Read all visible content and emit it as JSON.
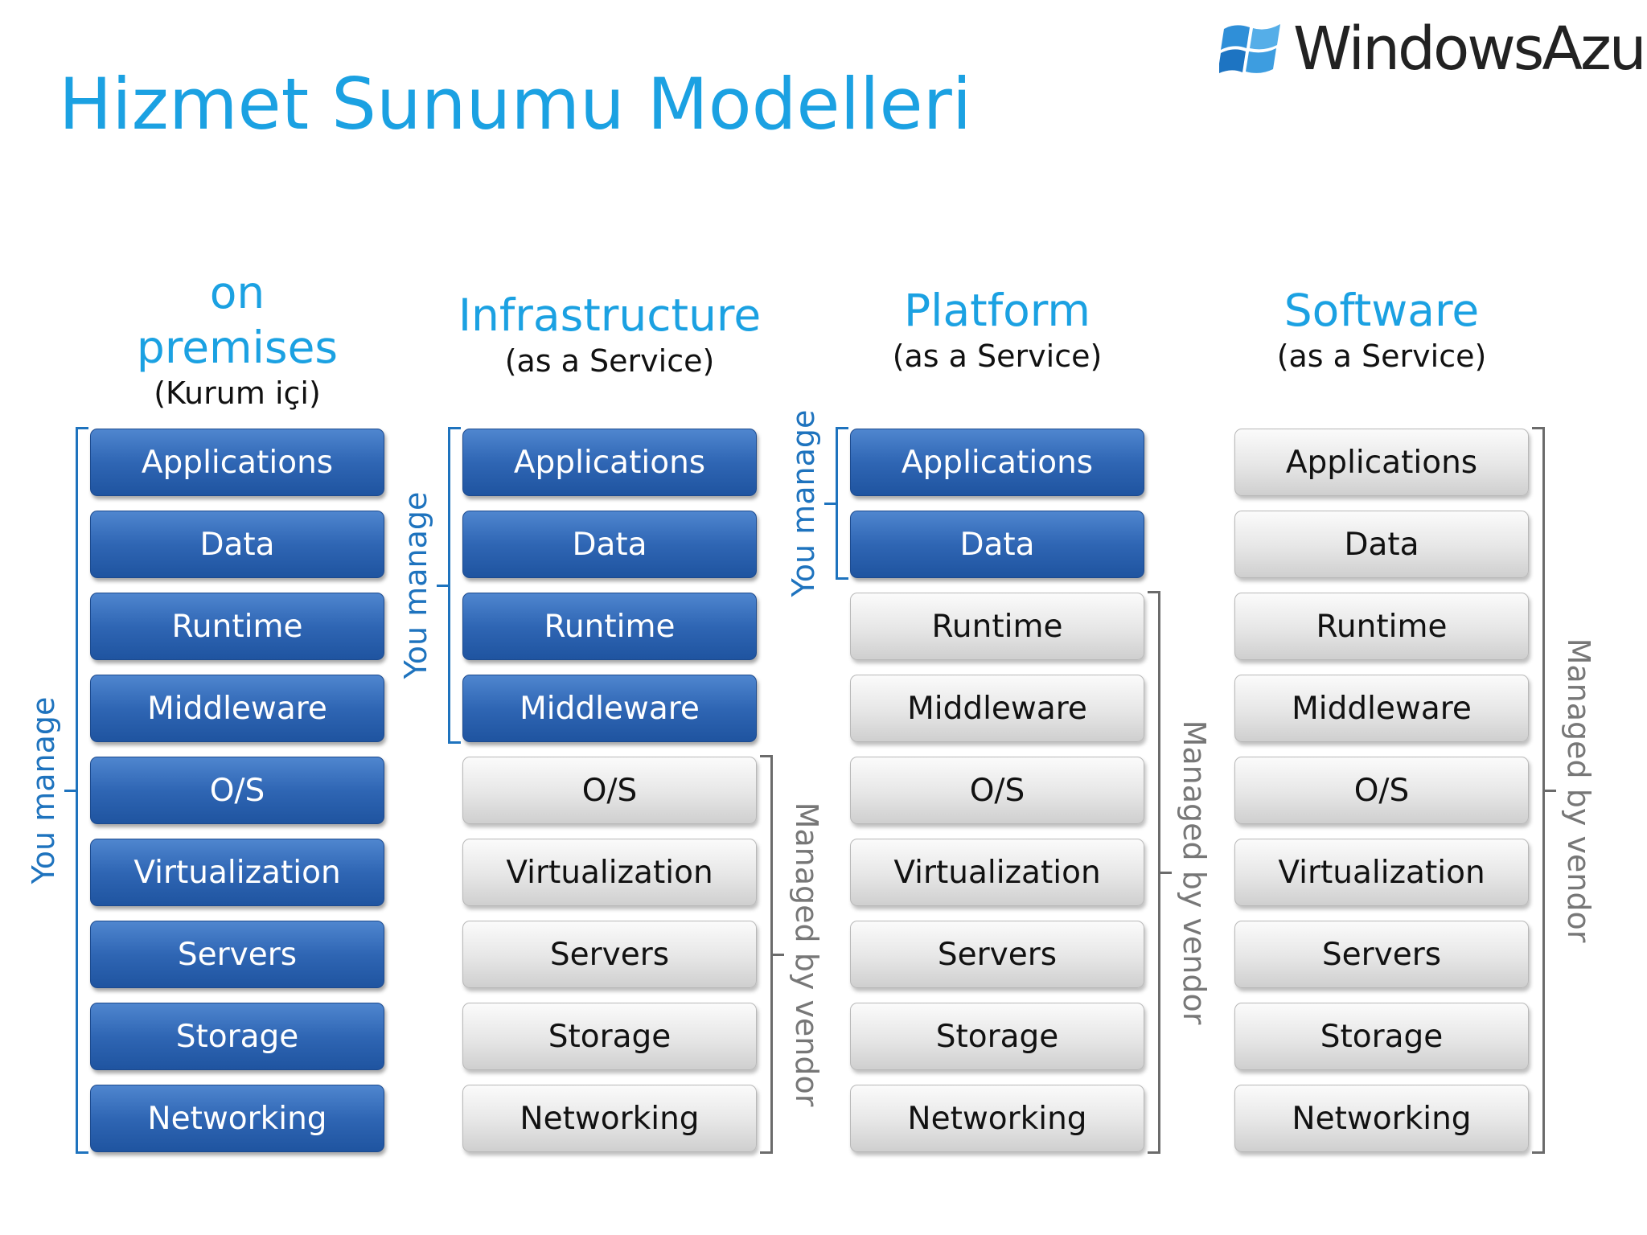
{
  "title": "Hizmet Sunumu Modelleri",
  "logo": {
    "word1": "Windows",
    "word2": "Azure"
  },
  "columns": [
    {
      "heading": [
        "on",
        "premises"
      ],
      "subheading": "(Kurum içi)"
    },
    {
      "heading": [
        "Infrastructure"
      ],
      "subheading": "(as a Service)"
    },
    {
      "heading": [
        "Platform"
      ],
      "subheading": "(as a Service)"
    },
    {
      "heading": [
        "Software"
      ],
      "subheading": "(as a Service)"
    }
  ],
  "layers": [
    "Applications",
    "Data",
    "Runtime",
    "Middleware",
    "O/S",
    "Virtualization",
    "Servers",
    "Storage",
    "Networking"
  ],
  "you_managed_counts": [
    9,
    4,
    2,
    0
  ],
  "labels": {
    "you_manage": "You manage",
    "managed_by_vendor": "Managed by vendor"
  },
  "colors": {
    "title": "#1ba1e2",
    "managed_by_you": "#2f66b4",
    "managed_by_vendor": "#e6e6e6"
  }
}
